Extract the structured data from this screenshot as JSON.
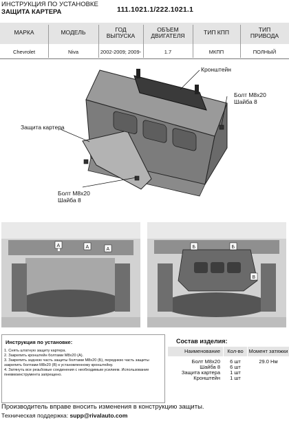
{
  "header": {
    "line1": "ИНСТРУКЦИЯ ПО УСТАНОВКЕ",
    "line2": "ЗАЩИТА КАРТЕРА",
    "code": "111.1021.1/222.1021.1"
  },
  "spec_table": {
    "columns": [
      [
        "МАРКА"
      ],
      [
        "МОДЕЛЬ"
      ],
      [
        "ГОД",
        "ВЫПУСКА"
      ],
      [
        "ОБЪЕМ",
        "ДВИГАТЕЛЯ"
      ],
      [
        "ТИП КПП"
      ],
      [
        "ТИП",
        "ПРИВОДА"
      ]
    ],
    "values": [
      "Chevrolet",
      "Niva",
      "2002-2009; 2009-",
      "1.7",
      "МКПП",
      "ПОЛНЫЙ"
    ]
  },
  "callouts": {
    "bracket": "Кронштейн",
    "bolt_top_1": "Болт М8х20",
    "bolt_top_2": "Шайба 8",
    "guard": "Защита картера",
    "bolt_bottom_1": "Болт М8х20",
    "bolt_bottom_2": "Шайба 8"
  },
  "photo_labels": {
    "left": [
      "A",
      "A",
      "A"
    ],
    "right": [
      "Б",
      "Б",
      "В"
    ]
  },
  "instructions": {
    "title": "Инструкция по установке:",
    "lines": [
      "1. Снять штатную защиту картера.",
      "2. Закрепить кронштейн болтами М8х20 (А).",
      "3. Закрепить заднюю часть защиты болтами М8х20 (Б), переднюю часть защиты",
      "закрепить болтами М8х20 (В) к установленному кронштейну.",
      "4. Затянуть все резьбовые соединения с необходимым усилием. Использование",
      "пневмоинструмента запрещено."
    ]
  },
  "kit": {
    "title": "Состав изделия:",
    "headers": [
      "Наименование",
      "Кол-во",
      "Момент затяжки"
    ],
    "rows": [
      {
        "name": "Болт М8х20",
        "qty": "6 шт",
        "torque": "29.0 Нм"
      },
      {
        "name": "Шайба 8",
        "qty": "6 шт",
        "torque": ""
      },
      {
        "name": "Защита картера",
        "qty": "1 шт",
        "torque": ""
      },
      {
        "name": "Кронштейн",
        "qty": "1 шт",
        "torque": ""
      }
    ]
  },
  "footer": {
    "notice": "Производитель вправе вносить изменения в конструкцию защиты.",
    "support_label": "Техническая поддержка: ",
    "support_email": "supp@rivalauto.com"
  }
}
